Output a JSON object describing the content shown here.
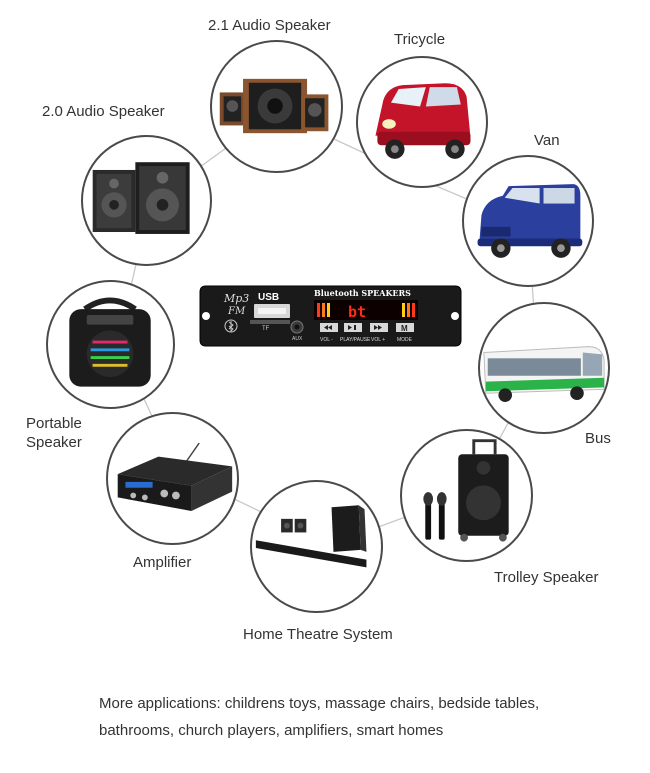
{
  "labels": {
    "audio21": "2.1  Audio Speaker",
    "tricycle": "Tricycle",
    "audio20": "2.0 Audio Speaker",
    "van": "Van",
    "portable_line1": "Portable",
    "portable_line2": "Speaker",
    "bus": "Bus",
    "amplifier": "Amplifier",
    "trolley": "Trolley Speaker",
    "home_theatre": "Home Theatre System"
  },
  "module": {
    "logo_top": "Mp3",
    "logo_bottom": "FM",
    "usb_label": "USB",
    "tf_label": "TF",
    "aux_label": "AUX",
    "header": "Bluetooth SPEAKERS",
    "display_text": "bt",
    "btn_vol_minus": "VOL -",
    "btn_play_pause": "PLAY/PAUSE",
    "btn_vol_plus": "VOL +",
    "btn_mode": "MODE",
    "btn_mode_glyph": "M"
  },
  "footer": {
    "line1": "More applications: childrens toys, massage chairs, bedside tables,",
    "line2": "bathrooms, church players, amplifiers, smart homes"
  },
  "colors": {
    "ring_line": "#c8c8c8",
    "circle_border": "#4a4a4a",
    "display_red": "#ff2a1a",
    "tricycle_body": "#c4142a",
    "van_body": "#2b3f9e",
    "bus_green": "#2bb34a"
  }
}
